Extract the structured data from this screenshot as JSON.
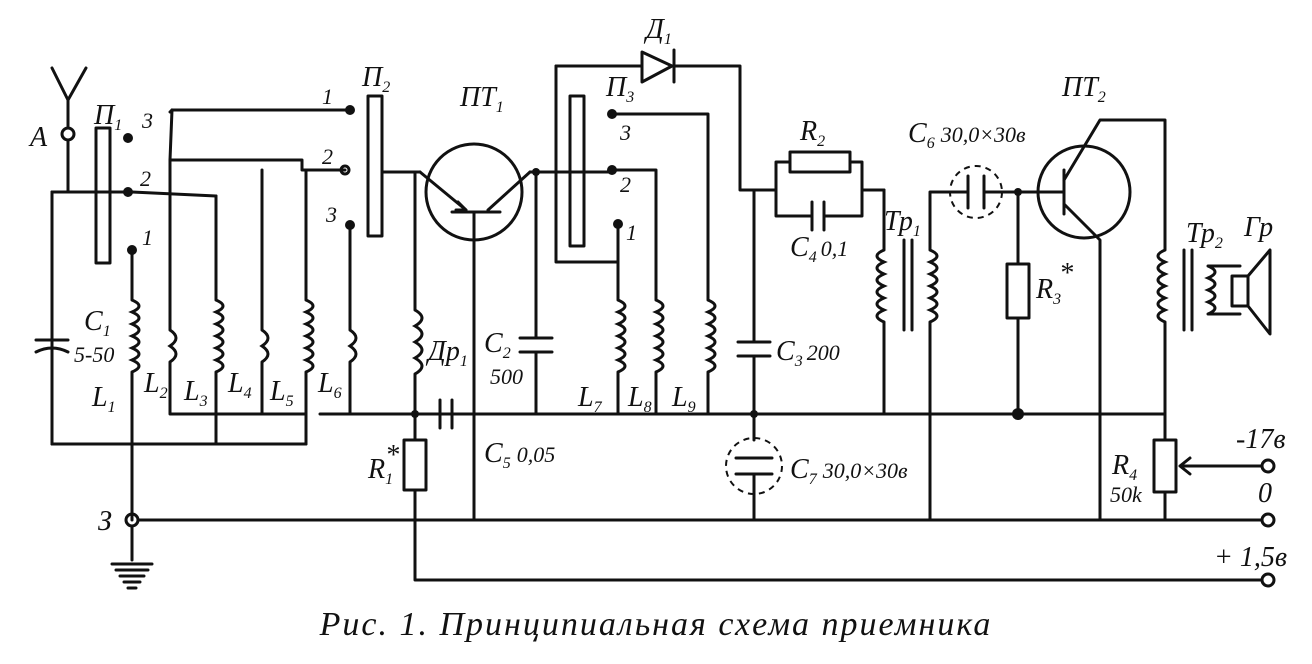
{
  "caption": "Рис. 1. Принципиальная схема приемника",
  "labels": {
    "antenna": "A",
    "ground": "З",
    "P1": "П",
    "P1_sub": "1",
    "P2": "П",
    "P2_sub": "2",
    "P3": "П",
    "P3_sub": "3",
    "PT1": "ПТ",
    "PT1_sub": "1",
    "PT2": "ПТ",
    "PT2_sub": "2",
    "D1": "Д",
    "D1_sub": "1",
    "C1": "C",
    "C1_sub": "1",
    "C1_val": "5-50",
    "C2": "C",
    "C2_sub": "2",
    "C2_val": "500",
    "C3": "C",
    "C3_sub": "3",
    "C3_val": "200",
    "C4": "C",
    "C4_sub": "4",
    "C4_val": "0,1",
    "C5": "C",
    "C5_sub": "5",
    "C5_val": "0,05",
    "C6": "C",
    "C6_sub": "6",
    "C6_val": "30,0×30в",
    "C7": "C",
    "C7_sub": "7",
    "C7_val": "30,0×30в",
    "L1": "L",
    "L1_sub": "1",
    "L2": "L",
    "L2_sub": "2",
    "L3": "L",
    "L3_sub": "3",
    "L4": "L",
    "L4_sub": "4",
    "L5": "L",
    "L5_sub": "5",
    "L6": "L",
    "L6_sub": "6",
    "L7": "L",
    "L7_sub": "7",
    "L8": "L",
    "L8_sub": "8",
    "L9": "L",
    "L9_sub": "9",
    "Dr1": "Др",
    "Dr1_sub": "1",
    "R1": "R",
    "R1_sub": "1",
    "R1_star": "*",
    "R2": "R",
    "R2_sub": "2",
    "R3": "R",
    "R3_sub": "3",
    "R3_star": "*",
    "R4": "R",
    "R4_sub": "4",
    "R4_val": "50k",
    "Tr1": "Тр",
    "Tr1_sub": "1",
    "Tr2": "Тр",
    "Tr2_sub": "2",
    "Gr": "Гр",
    "v_minus17": "-17в",
    "v_zero": "0",
    "v_plus15": "+ 1,5в",
    "pos1": "1",
    "pos2": "2",
    "pos3": "3"
  }
}
